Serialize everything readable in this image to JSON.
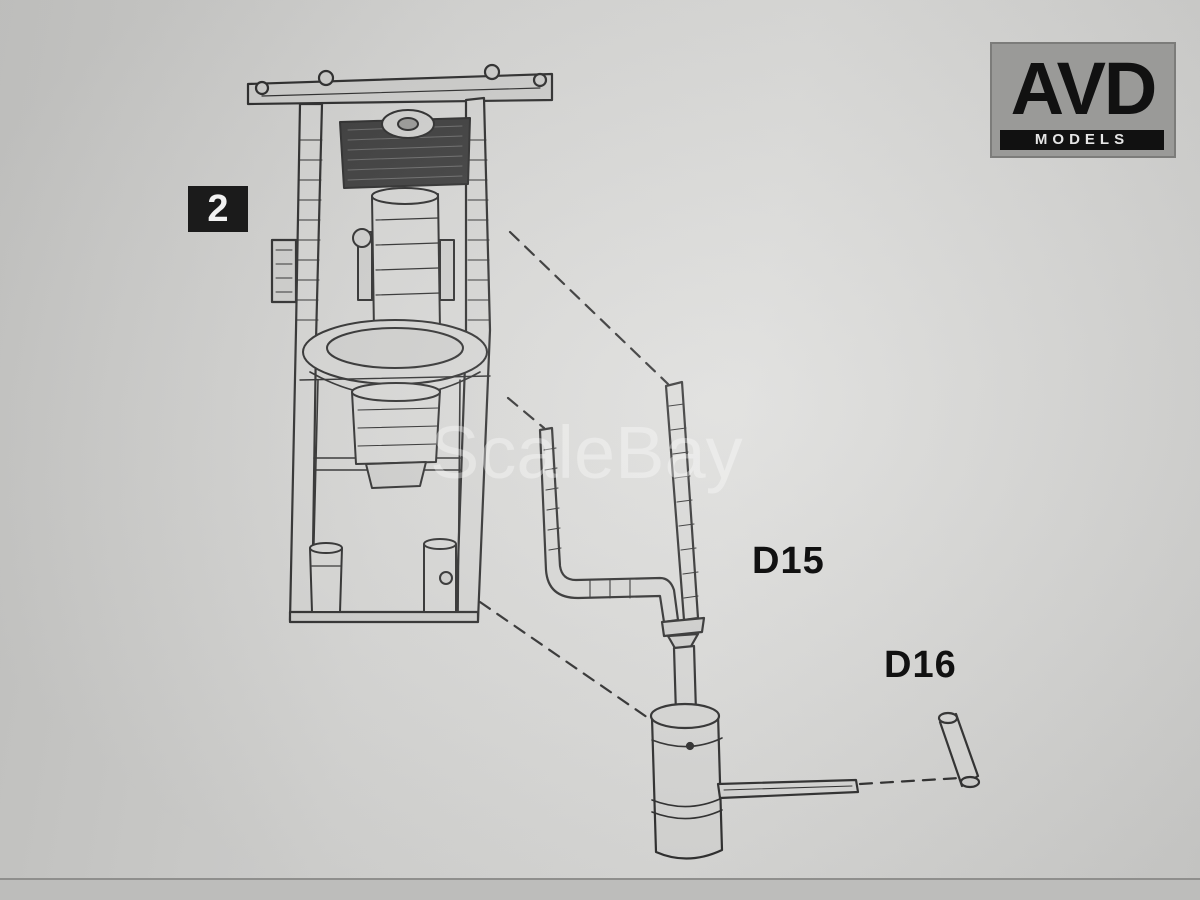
{
  "logo": {
    "main": "AVD",
    "sub": "MODELS"
  },
  "step": {
    "number": "2"
  },
  "parts": [
    {
      "id": "d15",
      "label": "D15"
    },
    {
      "id": "d16",
      "label": "D16"
    }
  ],
  "watermark": "ScaleBay",
  "colors": {
    "line": "#2a2a2a",
    "paper": "#d4d4d2",
    "badge": "#1b1b1b"
  }
}
